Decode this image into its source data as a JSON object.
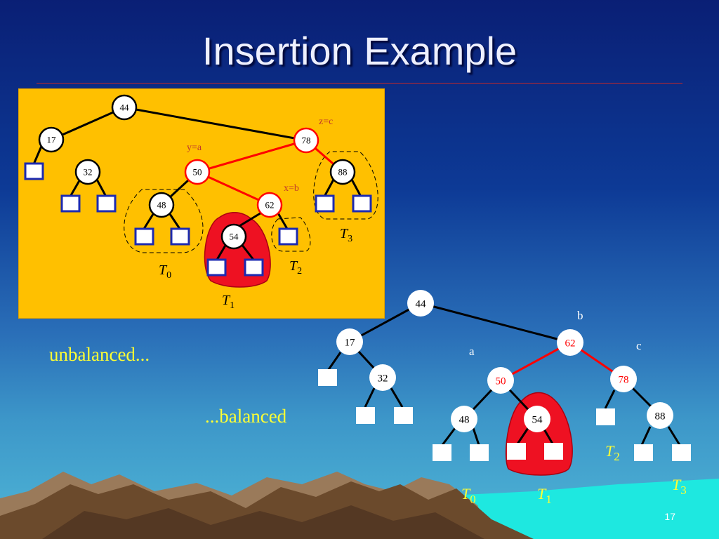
{
  "title": "Insertion Example",
  "slide_number": "17",
  "captions": {
    "unbalanced": "unbalanced...",
    "balanced": "...balanced"
  },
  "colors": {
    "highlight": "#ff0000",
    "panel": "#ffc000",
    "caption": "#ffff33",
    "label": "#c0392b"
  },
  "unbalanced_tree": {
    "nodes": [
      {
        "id": "n44",
        "key": "44"
      },
      {
        "id": "n17",
        "key": "17"
      },
      {
        "id": "n78",
        "key": "78",
        "highlight": true
      },
      {
        "id": "n32",
        "key": "32"
      },
      {
        "id": "n50",
        "key": "50",
        "highlight": true
      },
      {
        "id": "n88",
        "key": "88"
      },
      {
        "id": "n48",
        "key": "48"
      },
      {
        "id": "n62",
        "key": "62",
        "highlight": true
      },
      {
        "id": "n54",
        "key": "54"
      }
    ],
    "edges": [
      {
        "from": "n44",
        "to": "n17"
      },
      {
        "from": "n44",
        "to": "n78"
      },
      {
        "from": "n78",
        "to": "n50",
        "highlight": true
      },
      {
        "from": "n78",
        "to": "n88",
        "highlight": true
      },
      {
        "from": "n50",
        "to": "n48"
      },
      {
        "from": "n50",
        "to": "n62",
        "highlight": true
      }
    ],
    "labels": {
      "z": "z=c",
      "y": "y=a",
      "x": "x=b"
    },
    "subtrees": [
      {
        "base": "T",
        "sub": "0"
      },
      {
        "base": "T",
        "sub": "1"
      },
      {
        "base": "T",
        "sub": "2"
      },
      {
        "base": "T",
        "sub": "3"
      }
    ]
  },
  "balanced_tree": {
    "nodes": [
      {
        "id": "m44",
        "key": "44"
      },
      {
        "id": "m17",
        "key": "17"
      },
      {
        "id": "m62",
        "key": "62",
        "highlight": true
      },
      {
        "id": "m32",
        "key": "32"
      },
      {
        "id": "m50",
        "key": "50",
        "highlight": true
      },
      {
        "id": "m78",
        "key": "78",
        "highlight": true
      },
      {
        "id": "m48",
        "key": "48"
      },
      {
        "id": "m54",
        "key": "54"
      },
      {
        "id": "m88",
        "key": "88"
      }
    ],
    "edges": [
      {
        "from": "m44",
        "to": "m17"
      },
      {
        "from": "m44",
        "to": "m62"
      },
      {
        "from": "m62",
        "to": "m50",
        "highlight": true
      },
      {
        "from": "m62",
        "to": "m78",
        "highlight": true
      },
      {
        "from": "m17",
        "to": "m32"
      },
      {
        "from": "m50",
        "to": "m48"
      },
      {
        "from": "m50",
        "to": "m54"
      },
      {
        "from": "m78",
        "to": "m88"
      }
    ],
    "labels": {
      "a": "a",
      "b": "b",
      "c": "c"
    },
    "subtrees": [
      {
        "base": "T",
        "sub": "0"
      },
      {
        "base": "T",
        "sub": "1"
      },
      {
        "base": "T",
        "sub": "2"
      },
      {
        "base": "T",
        "sub": "3"
      }
    ]
  }
}
